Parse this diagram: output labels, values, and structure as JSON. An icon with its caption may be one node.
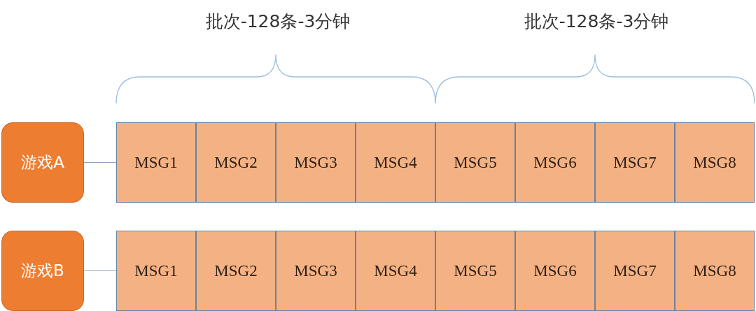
{
  "diagram": {
    "nodes": [
      {
        "text": [
          "游戏A"
        ]
      },
      {
        "text": [
          "MSG1"
        ]
      },
      {
        "text": [
          "MSG2"
        ]
      },
      {
        "text": [
          "MSG3"
        ]
      },
      {
        "text": [
          "MSG4"
        ]
      },
      {
        "text": [
          "MSG5"
        ]
      },
      {
        "text": [
          "MSG6"
        ]
      },
      {
        "text": [
          "MSG7"
        ]
      },
      {
        "text": [
          "MSG8"
        ]
      },
      {
        "text": [
          "游戏B"
        ]
      },
      {
        "text": [
          "MSG1"
        ]
      },
      {
        "text": [
          "MSG2"
        ]
      },
      {
        "text": [
          "MSG3"
        ]
      },
      {
        "text": [
          "MSG4"
        ]
      },
      {
        "text": [
          "MSG5"
        ]
      },
      {
        "text": [
          "MSG6"
        ]
      },
      {
        "text": [
          "MSG7"
        ]
      },
      {
        "text": [
          "MSG8"
        ]
      }
    ],
    "edges": [
      {
        "from": 0,
        "to": 1,
        "arrow": "none"
      },
      {
        "from": 9,
        "to": 10,
        "arrow": "none"
      }
    ],
    "labels": [
      "批次-128条-3分钟",
      "批次-128条-3分钟"
    ]
  }
}
